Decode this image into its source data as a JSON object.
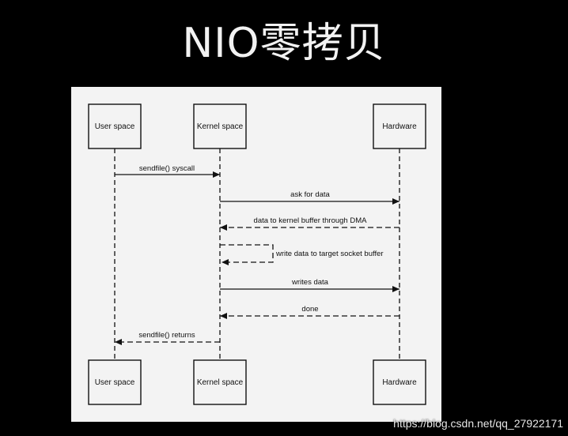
{
  "title": "NIO零拷贝",
  "diagram": {
    "participants": [
      {
        "id": "user",
        "label": "User space"
      },
      {
        "id": "kernel",
        "label": "Kernel space"
      },
      {
        "id": "hardware",
        "label": "Hardware"
      }
    ],
    "messages": [
      {
        "label": "sendfile() syscall",
        "from": "user",
        "to": "kernel",
        "style": "solid"
      },
      {
        "label": "ask for data",
        "from": "kernel",
        "to": "hardware",
        "style": "solid"
      },
      {
        "label": "data to kernel buffer through DMA",
        "from": "hardware",
        "to": "kernel",
        "style": "dashed"
      },
      {
        "label": "write data to target socket buffer",
        "from": "kernel",
        "to": "kernel",
        "style": "dashed"
      },
      {
        "label": "writes data",
        "from": "kernel",
        "to": "hardware",
        "style": "solid"
      },
      {
        "label": "done",
        "from": "hardware",
        "to": "kernel",
        "style": "dashed"
      },
      {
        "label": "sendfile() returns",
        "from": "kernel",
        "to": "user",
        "style": "dashed"
      }
    ]
  },
  "watermark": "https://blog.csdn.net/qq_27922171"
}
